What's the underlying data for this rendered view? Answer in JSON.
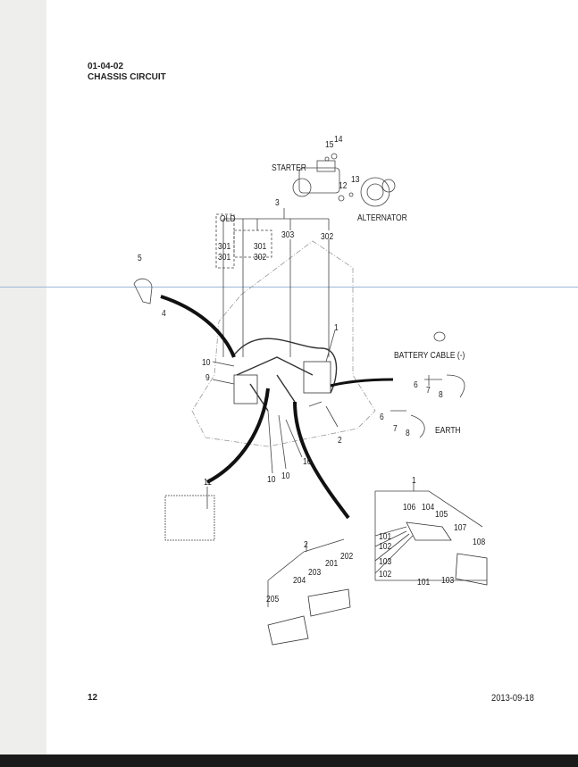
{
  "header": {
    "code": "01-04-02",
    "title": "CHASSIS CIRCUIT"
  },
  "footer": {
    "page_number": "12",
    "date": "2013-09-18"
  },
  "components": {
    "starter": "STARTER",
    "alternator": "ALTERNATOR",
    "battery_cable": "BATTERY CABLE (-)",
    "earth": "EARTH",
    "old": "OLD"
  },
  "callouts": {
    "c15": "15",
    "c14": "14",
    "c12": "12",
    "c13": "13",
    "c3": "3",
    "c303": "303",
    "c302a": "302",
    "c301a": "301",
    "c301b": "301",
    "c301c": "301",
    "c302b": "302",
    "c5": "5",
    "c4": "4",
    "c1": "1",
    "c10a": "10",
    "c9": "9",
    "c6a": "6",
    "c7a": "7",
    "c8a": "8",
    "c6b": "6",
    "c7b": "7",
    "c8b": "8",
    "c2": "2",
    "c16": "16",
    "c10b": "10",
    "c10c": "10",
    "c11": "11",
    "d1": "1",
    "d106": "106",
    "d104": "104",
    "d105": "105",
    "d107": "107",
    "d108": "108",
    "d101a": "101",
    "d102a": "102",
    "d103a": "103",
    "d102b": "102",
    "d101b": "101",
    "d103b": "103",
    "e2": "2",
    "e202": "202",
    "e201": "201",
    "e203": "203",
    "e204": "204",
    "e205": "205"
  }
}
